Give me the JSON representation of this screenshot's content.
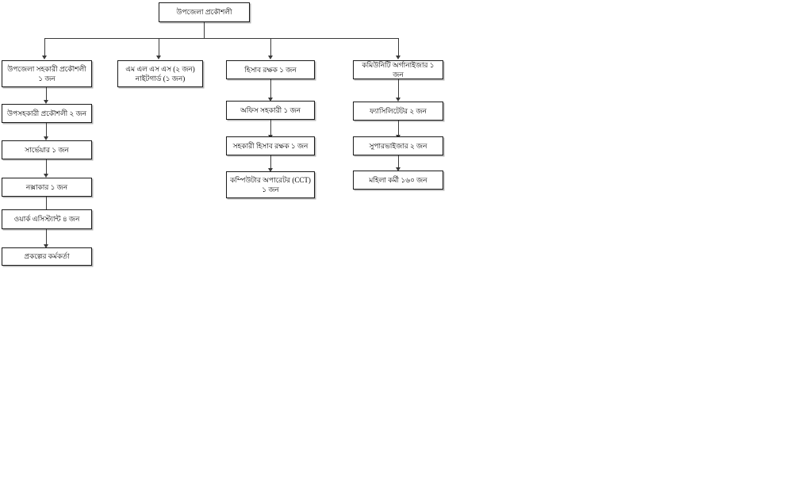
{
  "diagram": {
    "type": "organizational-chart",
    "title_node": {
      "id": "root",
      "label": "উপজেলা প্রকৌশলী"
    },
    "columns": [
      {
        "id": "column-1",
        "head": "উপজেলা সহকারী প্রকৌশলী ১ জন",
        "chain": [
          "উপসহকারী প্রকৌশলী ২ জন",
          "সার্ভেয়ার ১ জন",
          "নক্সাকার ১ জন",
          "ওয়ার্ক এসিস্ট্যান্ট ৪ জন",
          "প্রকল্পের কর্মকর্তা"
        ]
      },
      {
        "id": "column-2",
        "head": "এম এল এস এস (২ জন)\nনাইটগার্ড (১ জন)",
        "chain": []
      },
      {
        "id": "column-3",
        "head": "হিসাব রক্ষক ১ জন",
        "chain": [
          "অফিস সহকারী ১ জন",
          "সহকারী হিসাব রক্ষক ১ জন",
          "কম্পিউটার অপারেটর (CCT) ১ জন"
        ]
      },
      {
        "id": "column-4",
        "head": "কমিউনিটি অর্গানাইজার ১ জন",
        "chain": [
          "ফ্যাসিলিটেটর ২ জন",
          "সুপারভাইজার ২ জন",
          "মহিলা কর্মী ১৬০ জন"
        ]
      }
    ],
    "colors": {
      "box_border": "#1a1a1a",
      "box_fill": "#ffffff",
      "connector": "#3a3a3a",
      "text": "#000000",
      "background": "#ffffff"
    }
  }
}
